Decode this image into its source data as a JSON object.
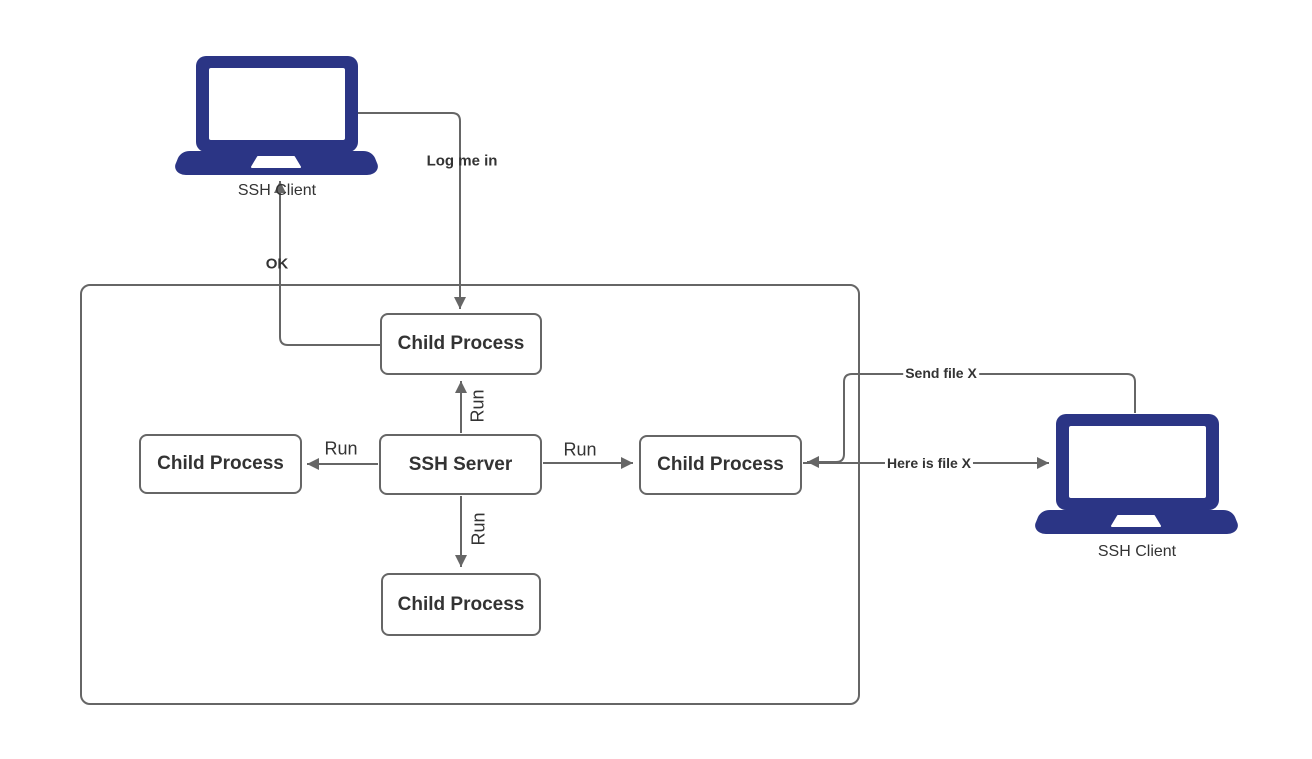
{
  "colors": {
    "laptop": "#2b3585",
    "line": "#666666",
    "node_border": "#666666",
    "text": "#333333"
  },
  "nodes": {
    "client_top": "SSH Client",
    "client_right": "SSH Client",
    "child_top": "Child Process",
    "child_left": "Child Process",
    "server": "SSH Server",
    "child_right": "Child Process",
    "child_bottom": "Child Process"
  },
  "edge_labels": {
    "log_me_in": "Log me in",
    "ok": "OK",
    "run_up": "Run",
    "run_left": "Run",
    "run_right": "Run",
    "run_down": "Run",
    "send_file": "Send file X",
    "here_is_file": "Here is file X"
  }
}
